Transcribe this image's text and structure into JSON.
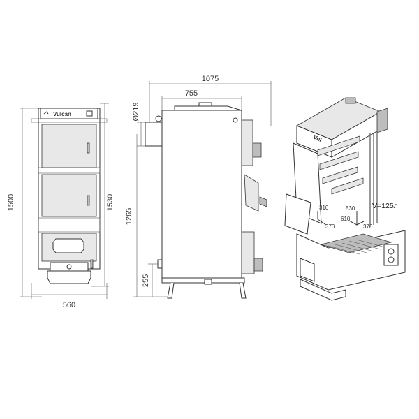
{
  "front_view": {
    "brand": "Vulcan",
    "dimensions": {
      "height_total": "1500",
      "height_body": "1530",
      "width": "560"
    }
  },
  "side_view": {
    "dimensions": {
      "depth_total": "1075",
      "depth_body": "755",
      "flue_diameter": "Ø219",
      "flue_height": "1265",
      "inlet_height": "255"
    }
  },
  "cutaway_view": {
    "brand": "Vul",
    "labels": {
      "a": "310",
      "b": "530",
      "c": "370",
      "d": "610",
      "e": "370",
      "volume": "V=125л"
    }
  }
}
